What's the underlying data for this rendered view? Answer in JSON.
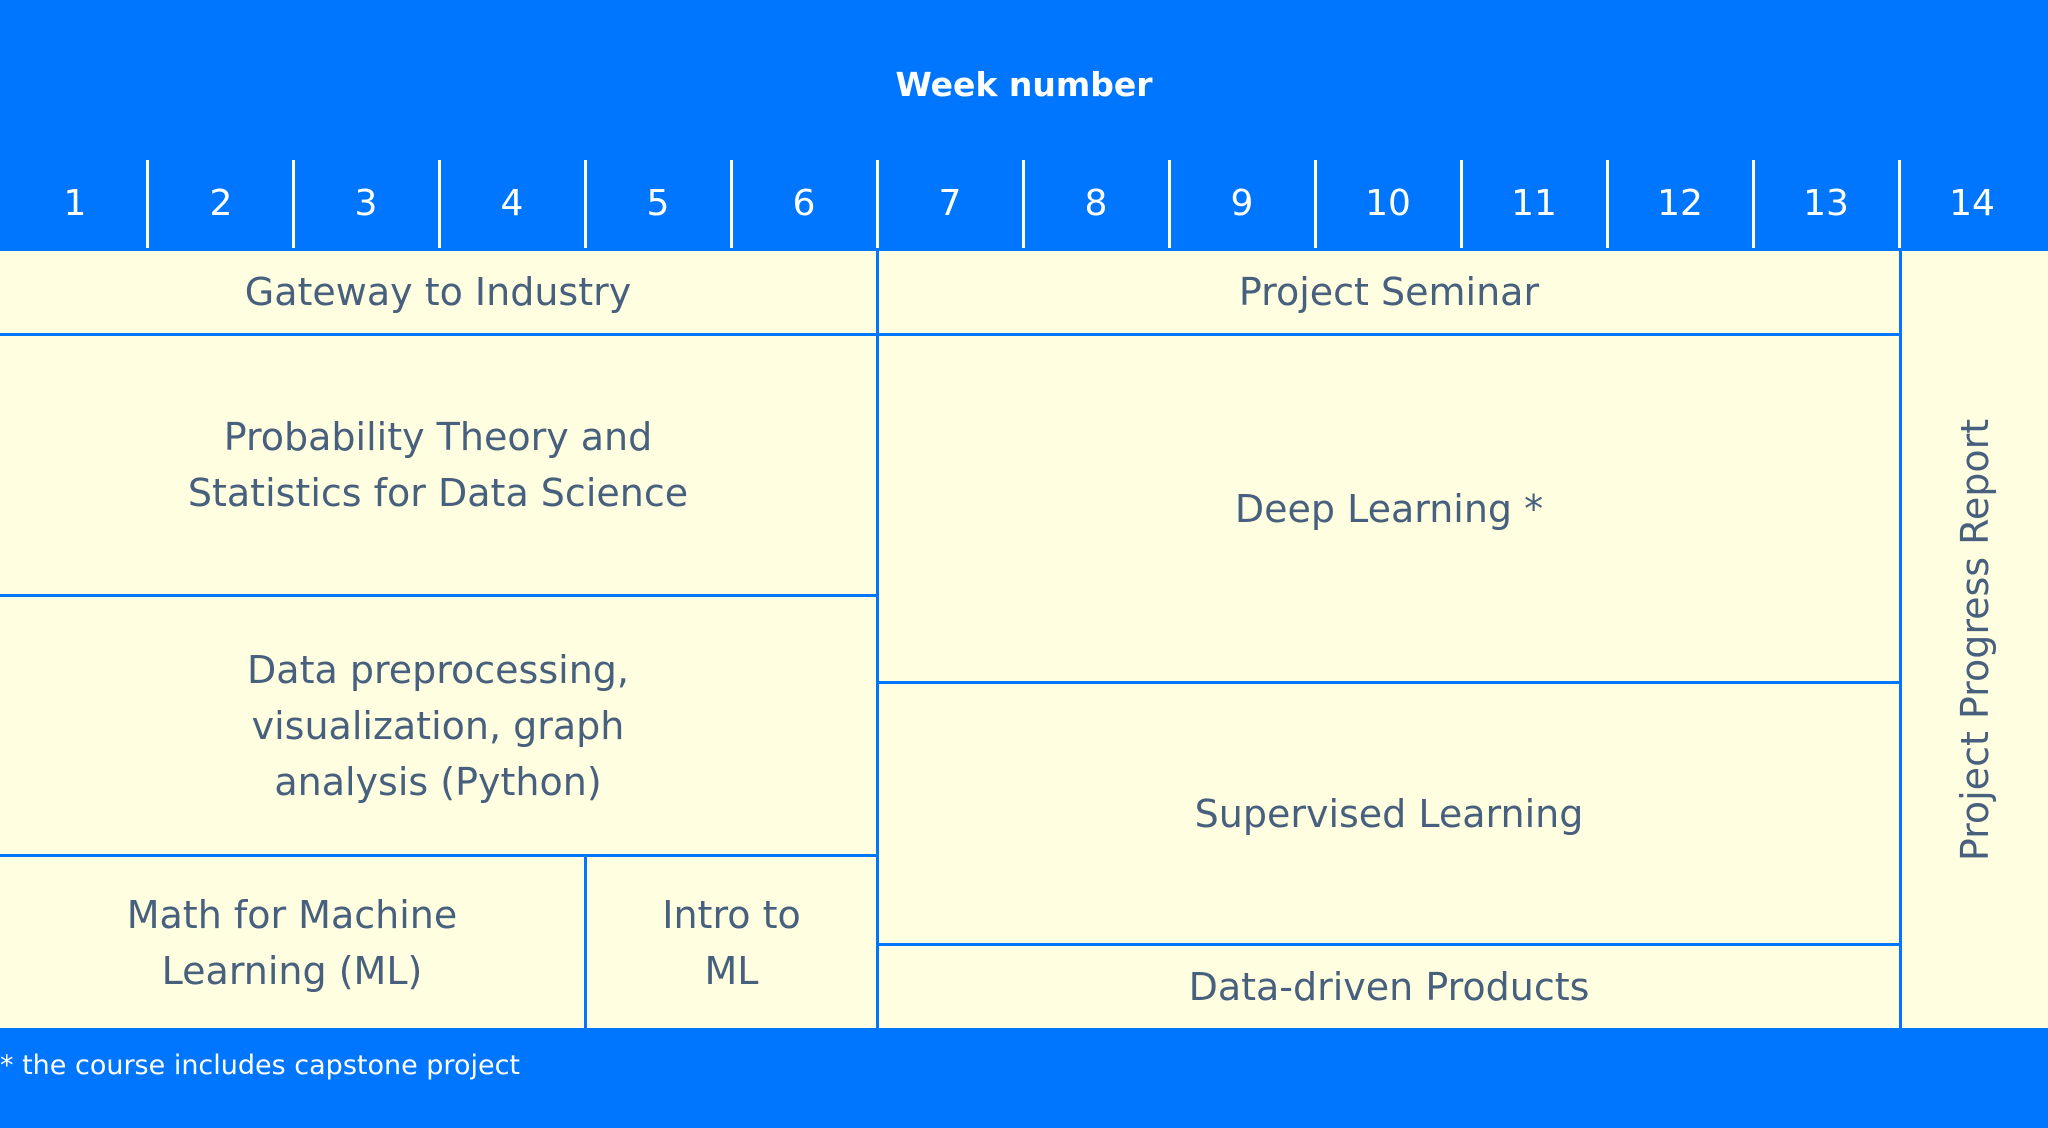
{
  "header": {
    "title": "Week number"
  },
  "weeks": [
    "1",
    "2",
    "3",
    "4",
    "5",
    "6",
    "7",
    "8",
    "9",
    "10",
    "11",
    "12",
    "13",
    "14"
  ],
  "courses": {
    "gateway": "Gateway to Industry",
    "prob_line1": "Probability Theory and",
    "prob_line2": "Statistics for Data Science",
    "dp_line1": "Data preprocessing,",
    "dp_line2": "visualization, graph",
    "dp_line3": "analysis (Python)",
    "math_line1": "Math for Machine",
    "math_line2": "Learning (ML)",
    "intro_line1": "Intro to",
    "intro_line2": "ML",
    "project_seminar": "Project Seminar",
    "deep_learning": "Deep Learning *",
    "supervised": "Supervised Learning",
    "data_driven": "Data-driven Products",
    "progress_report": "Project Progress Report"
  },
  "footnote": "* the course includes capstone project",
  "colors": {
    "brand_blue": "#0076ff",
    "cell_background": "#fffee0",
    "cell_text": "#46607e",
    "header_text": "#ffffff"
  }
}
